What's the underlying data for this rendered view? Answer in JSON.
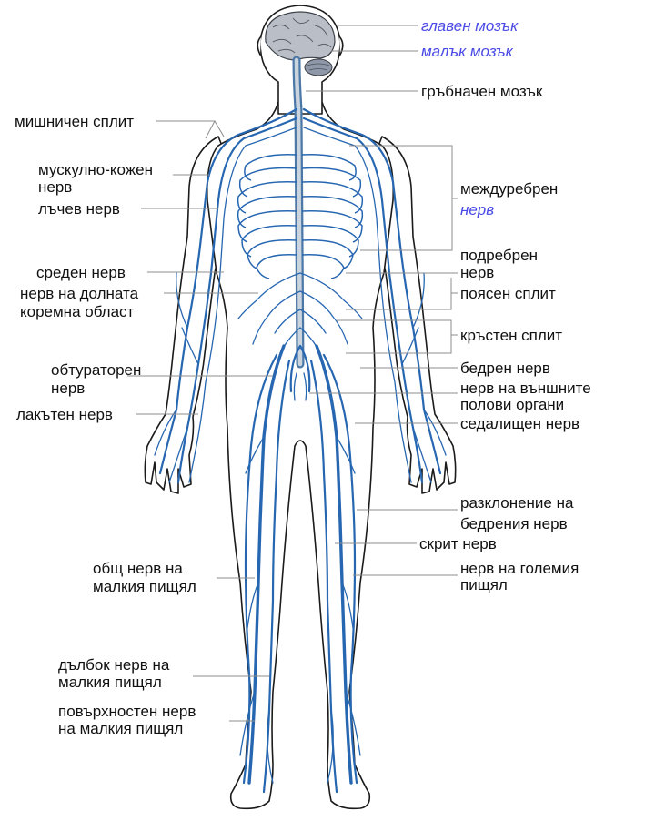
{
  "colors": {
    "nerve": "#2767b1",
    "outline": "#1b1b1b",
    "label": "#111111",
    "link_label": "#4a4ae6",
    "leader": "#8c8c8c",
    "brain": "#b9bec7",
    "cerebellum": "#8e98a8"
  },
  "labels": {
    "brain": "главен мозък",
    "cerebellum": "малък мозък",
    "spinal_cord": "гръбначен мозък",
    "brachial_plexus": "мишничен сплит",
    "musculocutaneous_1": "мускулно-кожен",
    "musculocutaneous_2": "нерв",
    "radial": "лъчев нерв",
    "median": "среден нерв",
    "iliohypogastric_1": "нерв на долната",
    "iliohypogastric_2": "коремна област",
    "obturator_1": "обтураторен",
    "obturator_2": "нерв",
    "ulnar": "лакътен нерв",
    "common_peroneal_1": "общ нерв на",
    "common_peroneal_2": "малкия пищял",
    "deep_peroneal_1": "дълбок нерв на",
    "deep_peroneal_2": "малкия пищял",
    "superficial_peroneal_1": "повърхностен нерв",
    "superficial_peroneal_2": "на малкия пищял",
    "intercostal_1": "междуребрен",
    "intercostal_2": "нерв",
    "subcostal_1": "подребрен",
    "subcostal_2": "нерв",
    "lumbar_plexus": "поясен сплит",
    "sacral_plexus": "кръстен сплит",
    "femoral": "бедрен нерв",
    "pudendal_1": "нерв на външните",
    "pudendal_2": "полови органи",
    "sciatic": "седалищен нерв",
    "femoral_branches_1": "разклонение на",
    "femoral_branches_2": "бедрения нерв",
    "saphenous": "скрит нерв",
    "tibial_1": "нерв на големия",
    "tibial_2": "пищял"
  }
}
